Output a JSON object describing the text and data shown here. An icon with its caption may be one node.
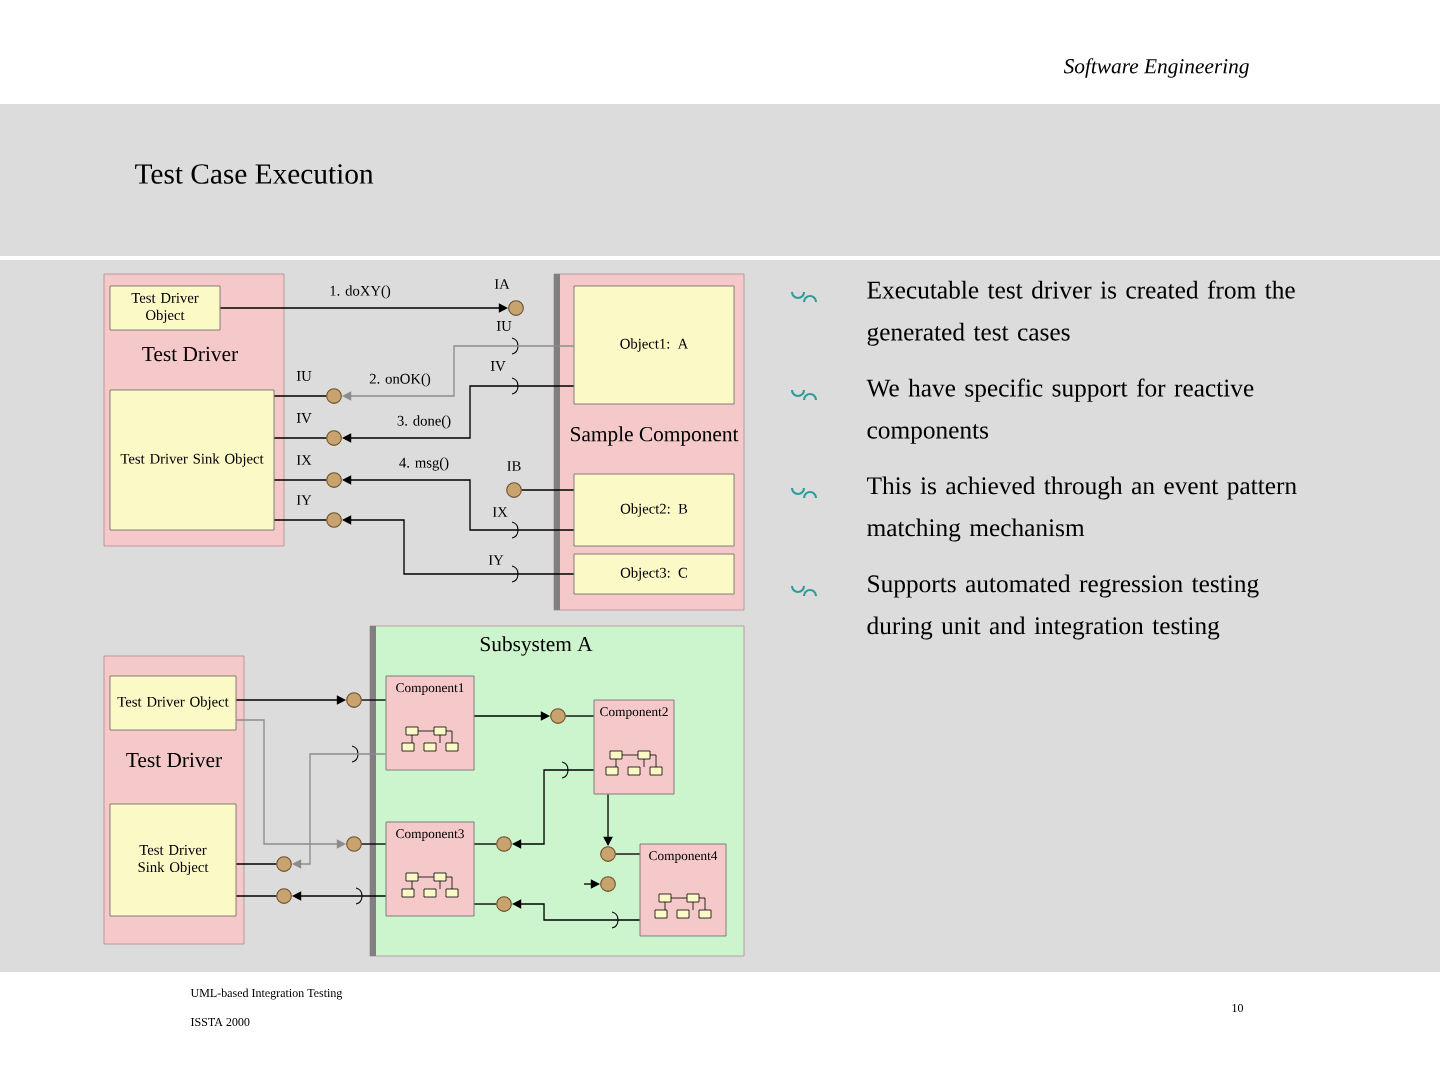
{
  "diagram": {
    "title": "Test Case Execution",
    "nodes": [
      {
        "text": [
          "Test Driver"
        ]
      },
      {
        "text": [
          "Test Driver Object"
        ],
        "in": 0
      },
      {
        "text": [
          "Test Driver Sink Object"
        ],
        "in": 0
      },
      {
        "text": [
          "Sample Component"
        ]
      },
      {
        "text": [
          "Object1: A"
        ],
        "in": 3
      },
      {
        "text": [
          "Object2: B"
        ],
        "in": 3
      },
      {
        "text": [
          "Object3: C"
        ],
        "in": 3
      },
      {
        "text": [],
        "shape": "circle",
        "beside": [
          "IA"
        ]
      },
      {
        "text": [],
        "shape": "circle",
        "beside": [
          "IU"
        ]
      },
      {
        "text": [],
        "shape": "circle",
        "beside": [
          "IV"
        ]
      },
      {
        "text": [],
        "shape": "circle",
        "beside": [
          "IX"
        ]
      },
      {
        "text": [],
        "shape": "circle",
        "beside": [
          "IY"
        ]
      },
      {
        "text": [],
        "shape": "circle",
        "beside": [
          "IB"
        ]
      },
      {
        "text": [
          "Test Driver"
        ]
      },
      {
        "text": [
          "Test Driver Object"
        ],
        "in": 13
      },
      {
        "text": [
          "Test Driver Sink Object"
        ],
        "in": 13
      },
      {
        "text": [
          "Subsystem A"
        ]
      },
      {
        "text": [
          "Component1"
        ],
        "in": 16
      },
      {
        "text": [
          "Component2"
        ],
        "in": 16
      },
      {
        "text": [
          "Component3"
        ],
        "in": 16
      },
      {
        "text": [
          "Component4"
        ],
        "in": 16
      },
      {
        "text": [],
        "shape": "circle"
      },
      {
        "text": [],
        "shape": "circle",
        "in": 16
      },
      {
        "text": [],
        "shape": "circle"
      },
      {
        "text": [],
        "shape": "circle",
        "in": 16
      },
      {
        "text": [],
        "shape": "circle"
      },
      {
        "text": [],
        "shape": "circle"
      },
      {
        "text": [],
        "shape": "circle",
        "in": 16
      },
      {
        "text": [],
        "shape": "circle",
        "in": 16
      },
      {
        "text": [],
        "shape": "circle",
        "in": 16
      }
    ],
    "edges": [
      {
        "from": 1,
        "to": 7,
        "arrow": "to",
        "label": "1. doXY()"
      },
      {
        "from": 4,
        "to": 8,
        "arrow": "to",
        "label": "2. onOK()",
        "color": "#8c8c8c"
      },
      {
        "from": 4,
        "to": 9,
        "arrow": "to",
        "label": "3. done()"
      },
      {
        "from": 5,
        "to": 10,
        "arrow": "to",
        "label": "4. msg()"
      },
      {
        "from": 6,
        "to": 11,
        "arrow": "to"
      },
      {
        "from": 5,
        "to": 12,
        "arrow": "none"
      },
      {
        "from": 2,
        "to": 8,
        "arrow": "none"
      },
      {
        "from": 2,
        "to": 9,
        "arrow": "none"
      },
      {
        "from": 2,
        "to": 10,
        "arrow": "none"
      },
      {
        "from": 2,
        "to": 11,
        "arrow": "none"
      },
      {
        "from": 14,
        "to": 21,
        "arrow": "to"
      },
      {
        "from": 17,
        "to": 22,
        "arrow": "to"
      },
      {
        "from": 18,
        "to": 22,
        "arrow": "none"
      },
      {
        "from": 17,
        "to": 21,
        "arrow": "none"
      },
      {
        "from": 14,
        "to": 23,
        "arrow": "to",
        "color": "#8c8c8c"
      },
      {
        "from": 19,
        "to": 23,
        "arrow": "none"
      },
      {
        "from": 18,
        "to": 24,
        "arrow": "to"
      },
      {
        "from": 19,
        "to": 24,
        "arrow": "none"
      },
      {
        "from": 17,
        "to": 25,
        "arrow": "to",
        "color": "#8c8c8c"
      },
      {
        "from": 15,
        "to": 25,
        "arrow": "none"
      },
      {
        "from": 15,
        "to": 26,
        "arrow": "none"
      },
      {
        "from": 19,
        "to": 26,
        "arrow": "to"
      },
      {
        "from": 18,
        "to": 27,
        "arrow": "to"
      },
      {
        "from": 20,
        "to": 27,
        "arrow": "none"
      },
      {
        "from": null,
        "to": 28,
        "arrow": "to"
      },
      {
        "from": 20,
        "to": 29,
        "arrow": "to"
      },
      {
        "from": 19,
        "to": 29,
        "arrow": "none"
      }
    ],
    "labels": [
      "Software Engineering",
      "IU",
      "IV",
      "IX",
      "IY",
      "Executable test driver is created from the generated test cases",
      "We have specific support for reactive components",
      "This is achieved through an event pattern matching mechanism",
      "Supports automated regression testing during unit and integration testing",
      "UML-based Integration Testing",
      "ISSTA 2000",
      "10"
    ]
  }
}
